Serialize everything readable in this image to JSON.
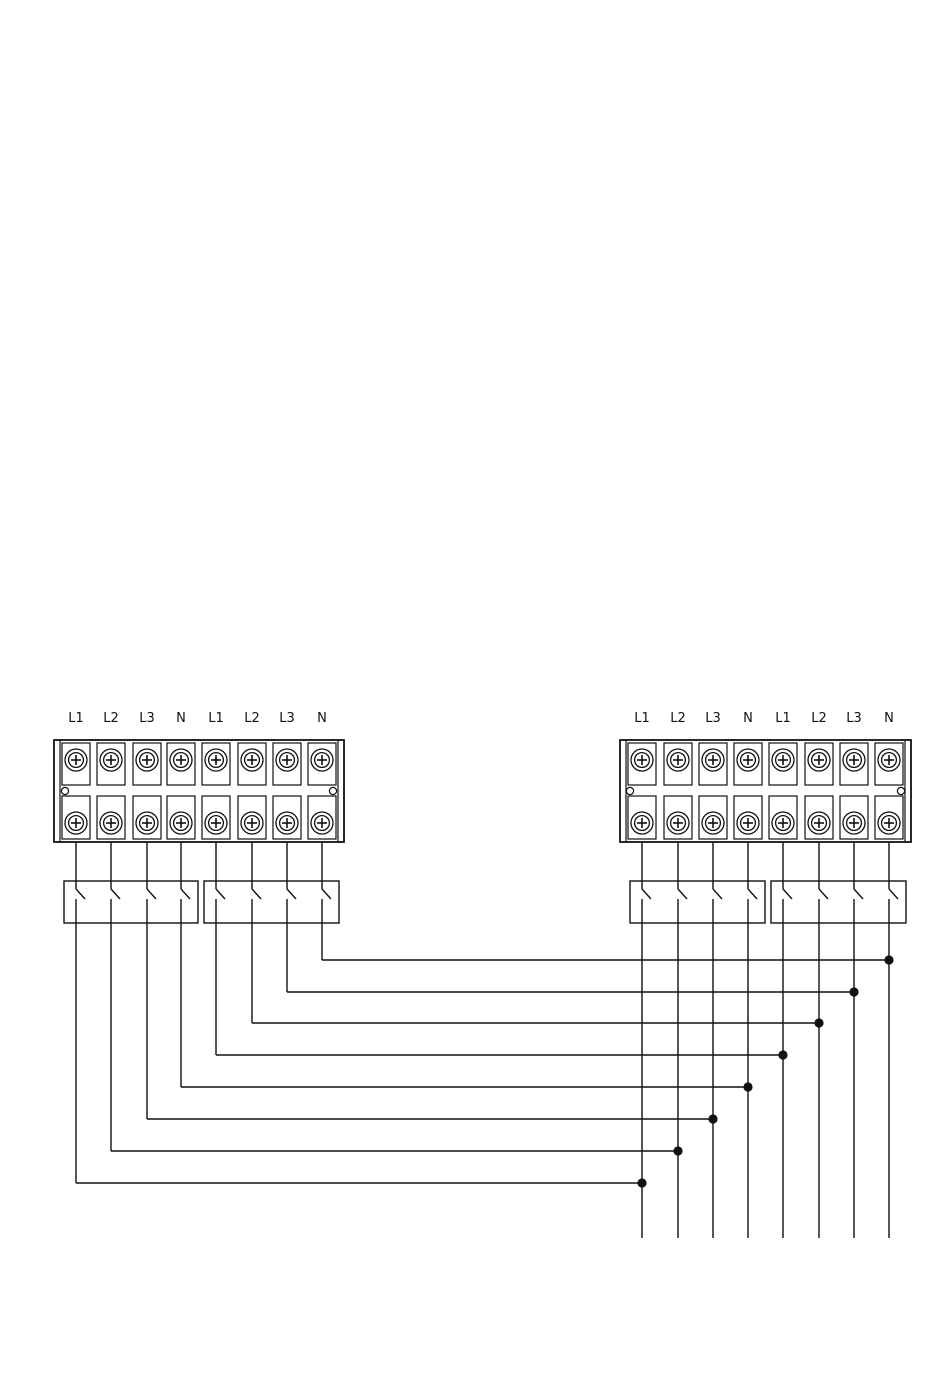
{
  "diagram": {
    "colors": {
      "line": "#111111",
      "background": "#ffffff"
    },
    "left_block": {
      "labels": [
        "L1",
        "L2",
        "L3",
        "N",
        "L1",
        "L2",
        "L3",
        "N"
      ]
    },
    "right_block": {
      "labels": [
        "L1",
        "L2",
        "L3",
        "N",
        "L1",
        "L2",
        "L3",
        "N"
      ]
    },
    "icons": {
      "terminal": "screw-terminal-icon",
      "switch": "switch-contact-icon",
      "junction": "junction-dot-icon"
    }
  }
}
